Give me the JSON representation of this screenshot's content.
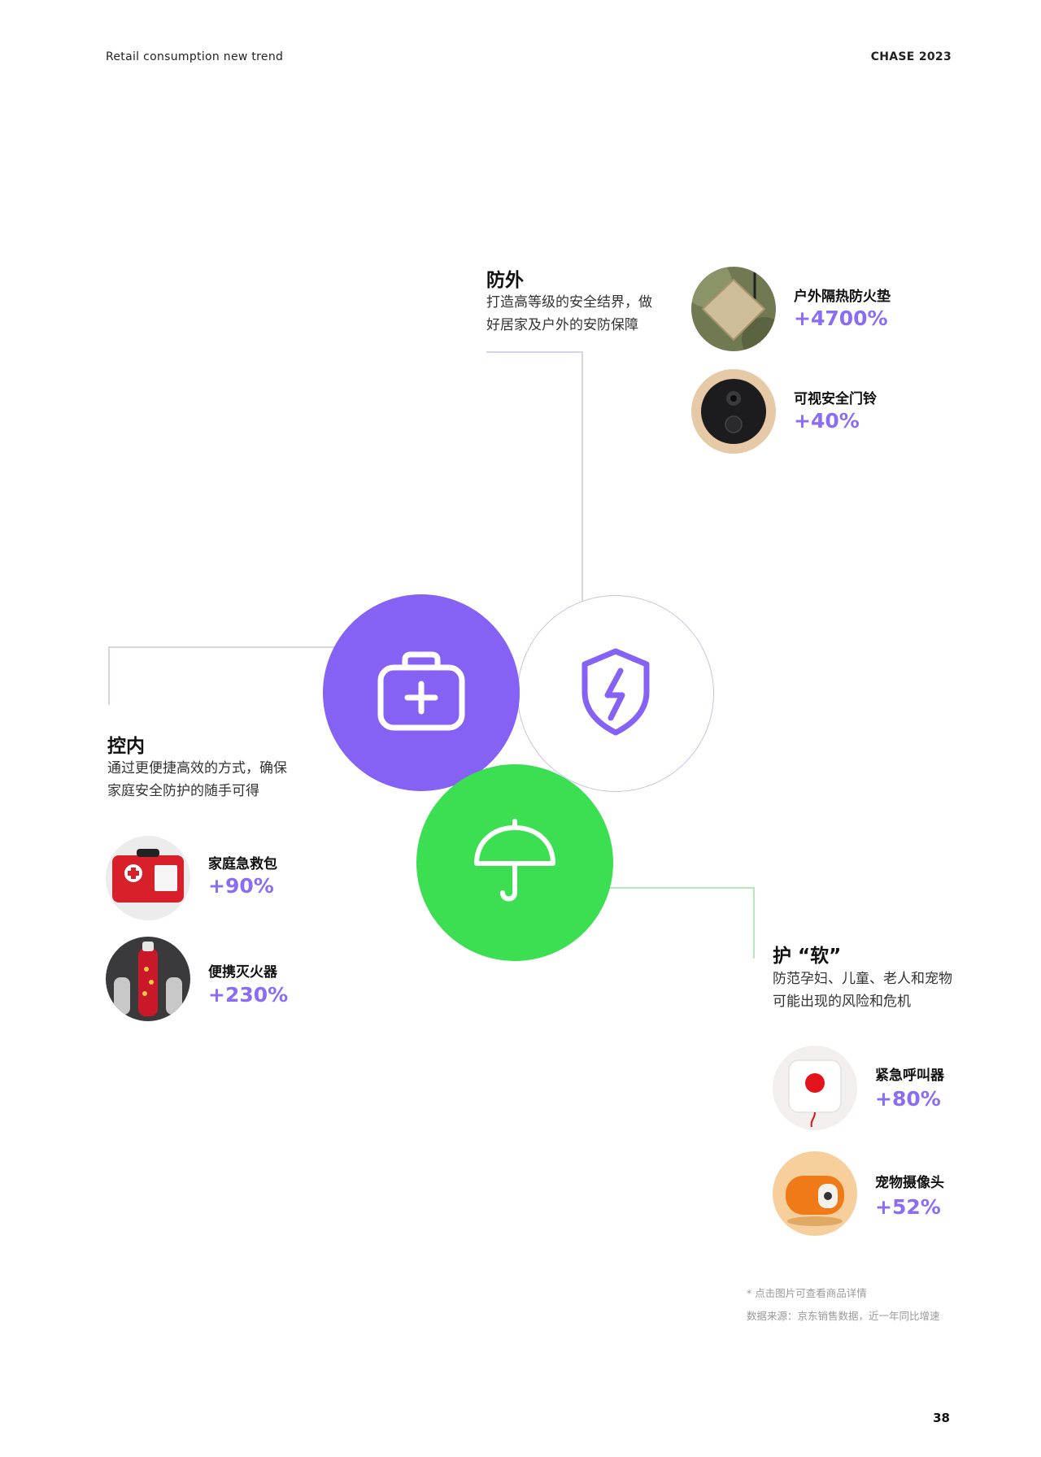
{
  "header": {
    "left": "Retail consumption new trend",
    "right": "CHASE 2023"
  },
  "sections": {
    "outside": {
      "title": "防外",
      "desc": [
        "打造高等级的安全结界，做",
        "好居家及户外的安防保障"
      ],
      "products": [
        {
          "name": "户外隔热防火垫",
          "value": "+4700%"
        },
        {
          "name": "可视安全门铃",
          "value": "+40%"
        }
      ]
    },
    "inside": {
      "title": "控内",
      "desc": [
        "通过更便捷高效的方式，确保",
        "家庭安全防护的随手可得"
      ],
      "products": [
        {
          "name": "家庭急救包",
          "value": "+90%"
        },
        {
          "name": "便携灭火器",
          "value": "+230%"
        }
      ]
    },
    "soft": {
      "title": "护 “软”",
      "desc": [
        "防范孕妇、儿童、老人和宠物",
        "可能出现的风险和危机"
      ],
      "products": [
        {
          "name": "紧急呼叫器",
          "value": "+80%"
        },
        {
          "name": "宠物摄像头",
          "value": "+52%"
        }
      ]
    }
  },
  "circles": {
    "purple_icon": "first-aid-kit-icon",
    "white_icon": "lightning-shield-icon",
    "green_icon": "umbrella-icon"
  },
  "colors": {
    "purple": "#8562f4",
    "green": "#3cde52",
    "accent_text": "#8b6cf4"
  },
  "footer": {
    "note": "* 点击图片可查看商品详情",
    "source": "数据来源：京东销售数据，近一年同比增速"
  },
  "page_number": "38"
}
